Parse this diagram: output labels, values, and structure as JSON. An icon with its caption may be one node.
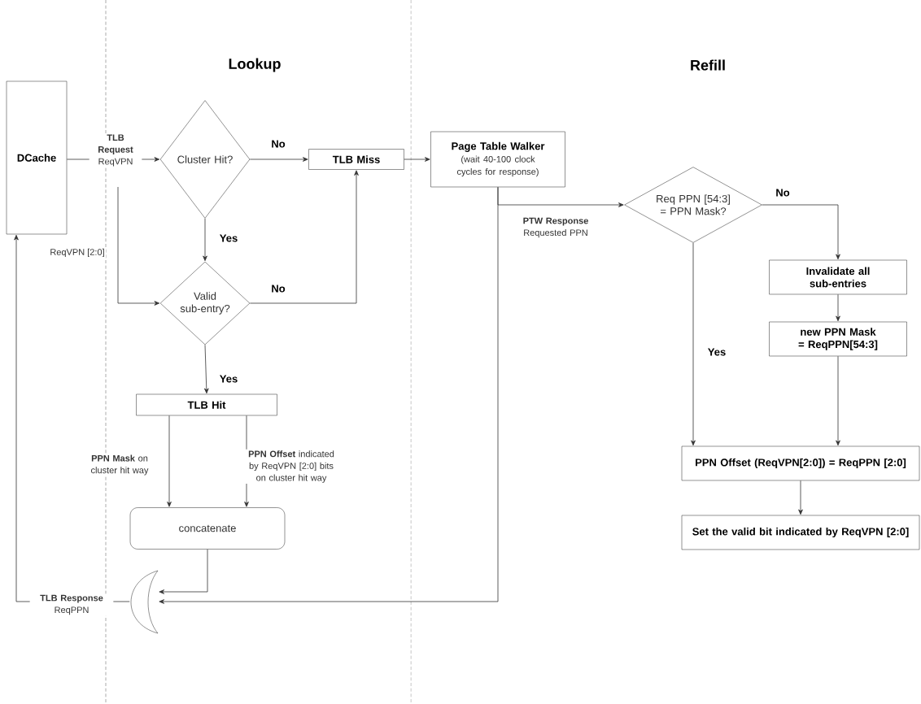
{
  "diagram": {
    "nodes": [
      {
        "text": [
          "DCache"
        ]
      },
      {
        "text": [
          "Cluster Hit?"
        ]
      },
      {
        "text": [
          "TLB Miss"
        ]
      },
      {
        "text": [
          "Valid sub-entry?"
        ]
      },
      {
        "text": [
          "TLB Hit"
        ]
      },
      {
        "text": [
          "concatenate"
        ]
      },
      {
        "text": [],
        "shape": "crescent"
      },
      {
        "text": [
          "Page Table Walker",
          "(wait 40-100 clock cycles for response)"
        ]
      },
      {
        "text": [
          "Req PPN [54:3] = PPN Mask?"
        ]
      },
      {
        "text": [
          "Invalidate all sub-entries"
        ]
      },
      {
        "text": [
          "new PPN Mask = ReqPPN[54:3]"
        ]
      },
      {
        "text": [
          "PPN Offset (ReqVPN[2:0]) = ReqPPN [2:0]"
        ]
      },
      {
        "text": [
          "Set the valid bit indicated by ReqVPN [2:0]"
        ]
      }
    ],
    "edges": [
      {
        "from": 0,
        "to": 1,
        "arrow": "to",
        "label": "**TLB Request** ReqVPN"
      },
      {
        "from": 1,
        "to": 2,
        "arrow": "to",
        "label": "No"
      },
      {
        "from": 1,
        "to": 3,
        "arrow": "to",
        "label": "Yes"
      },
      {
        "from": 3,
        "to": 2,
        "arrow": "to",
        "label": "No"
      },
      {
        "from": 3,
        "to": 4,
        "arrow": "to",
        "label": "Yes"
      },
      {
        "from": null,
        "to": 3,
        "arrow": "to",
        "label": "ReqVPN [2:0]"
      },
      {
        "from": 4,
        "to": 5,
        "arrow": "to",
        "label": "**PPN Mask** on cluster hit way"
      },
      {
        "from": 4,
        "to": 5,
        "arrow": "to",
        "label": "**PPN Offset** indicated by ReqVPN [2:0] bits on cluster hit way"
      },
      {
        "from": 5,
        "to": 6,
        "arrow": "to"
      },
      {
        "from": 6,
        "to": 0,
        "arrow": "to",
        "label": "**TLB Response** ReqPPN"
      },
      {
        "from": 2,
        "to": 7,
        "arrow": "to"
      },
      {
        "from": 7,
        "to": 8,
        "arrow": "to",
        "label": "**PTW Response** Requested PPN"
      },
      {
        "from": 7,
        "to": 6,
        "arrow": "to"
      },
      {
        "from": 8,
        "to": 9,
        "arrow": "to",
        "label": "No"
      },
      {
        "from": 8,
        "to": 11,
        "arrow": "to",
        "label": "Yes"
      },
      {
        "from": 9,
        "to": 10,
        "arrow": "to"
      },
      {
        "from": 10,
        "to": 11,
        "arrow": "to"
      },
      {
        "from": 11,
        "to": 12,
        "arrow": "to"
      }
    ],
    "labels": [
      "Lookup",
      "Refill"
    ]
  }
}
